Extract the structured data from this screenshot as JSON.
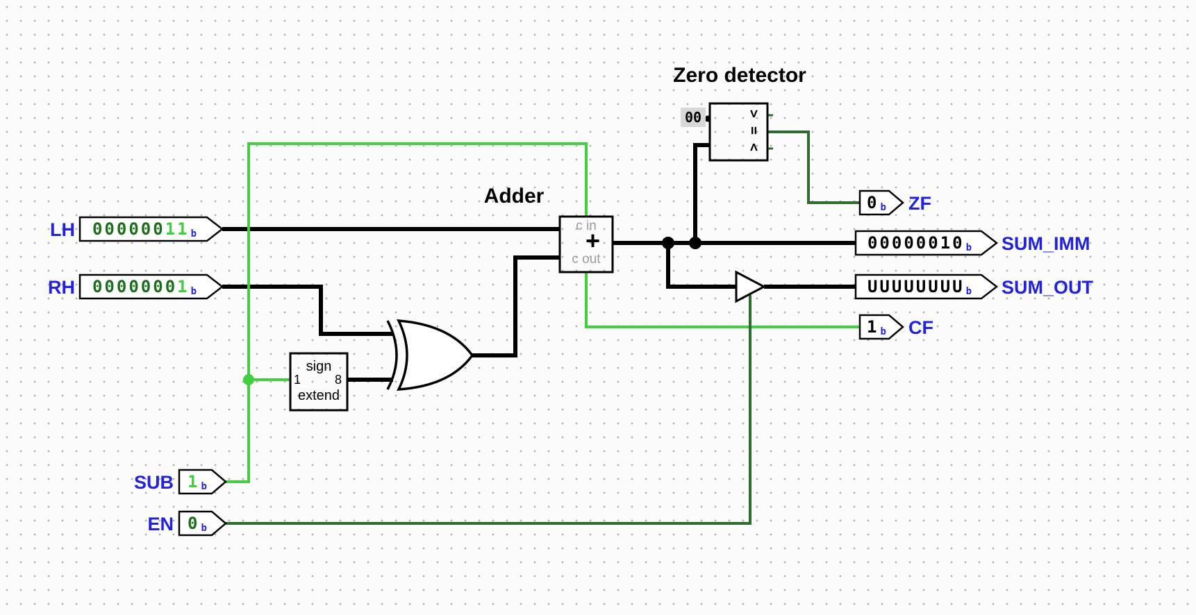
{
  "titles": {
    "adder": "Adder",
    "zero_detector": "Zero detector"
  },
  "colors": {
    "bus": "#000000",
    "wire_high": "#3fcf3f",
    "wire_low": "#2e6b2e",
    "label_blue": "#2222dd",
    "bit_high": "#3fcf3f",
    "bit_low": "#1c6e1c"
  },
  "inputs": {
    "lh": {
      "label": "LH",
      "subscript": "b",
      "bits": [
        {
          "ch": "0",
          "c": "dark"
        },
        {
          "ch": "0",
          "c": "dark"
        },
        {
          "ch": "0",
          "c": "dark"
        },
        {
          "ch": "0",
          "c": "dark"
        },
        {
          "ch": "0",
          "c": "dark"
        },
        {
          "ch": "0",
          "c": "dark"
        },
        {
          "ch": "1",
          "c": "bright"
        },
        {
          "ch": "1",
          "c": "bright"
        }
      ]
    },
    "rh": {
      "label": "RH",
      "subscript": "b",
      "bits": [
        {
          "ch": "0",
          "c": "dark"
        },
        {
          "ch": "0",
          "c": "dark"
        },
        {
          "ch": "0",
          "c": "dark"
        },
        {
          "ch": "0",
          "c": "dark"
        },
        {
          "ch": "0",
          "c": "dark"
        },
        {
          "ch": "0",
          "c": "dark"
        },
        {
          "ch": "0",
          "c": "dark"
        },
        {
          "ch": "1",
          "c": "bright"
        }
      ]
    },
    "sub": {
      "label": "SUB",
      "subscript": "b",
      "bits": [
        {
          "ch": "1",
          "c": "bright"
        }
      ]
    },
    "en": {
      "label": "EN",
      "subscript": "b",
      "bits": [
        {
          "ch": "0",
          "c": "dark"
        }
      ]
    }
  },
  "outputs": {
    "zf": {
      "label": "ZF",
      "subscript": "b",
      "bits": [
        {
          "ch": "0",
          "c": "black"
        }
      ]
    },
    "sum_imm": {
      "label": "SUM_IMM",
      "subscript": "b",
      "bits": [
        {
          "ch": "0",
          "c": "black"
        },
        {
          "ch": "0",
          "c": "black"
        },
        {
          "ch": "0",
          "c": "black"
        },
        {
          "ch": "0",
          "c": "black"
        },
        {
          "ch": "0",
          "c": "black"
        },
        {
          "ch": "0",
          "c": "black"
        },
        {
          "ch": "1",
          "c": "black"
        },
        {
          "ch": "0",
          "c": "black"
        }
      ]
    },
    "sum_out": {
      "label": "SUM_OUT",
      "subscript": "b",
      "bits": [
        {
          "ch": "U",
          "c": "black"
        },
        {
          "ch": "U",
          "c": "black"
        },
        {
          "ch": "U",
          "c": "black"
        },
        {
          "ch": "U",
          "c": "black"
        },
        {
          "ch": "U",
          "c": "black"
        },
        {
          "ch": "U",
          "c": "black"
        },
        {
          "ch": "U",
          "c": "black"
        },
        {
          "ch": "U",
          "c": "black"
        }
      ]
    },
    "cf": {
      "label": "CF",
      "subscript": "b",
      "bits": [
        {
          "ch": "1",
          "c": "black"
        }
      ]
    }
  },
  "components": {
    "adder": {
      "c_in_label": "c in",
      "plus_symbol": "+",
      "c_out_label": "c out"
    },
    "sign_extend": {
      "line1": "sign",
      "line2": "extend",
      "input_width": "1",
      "output_width": "8"
    },
    "zero_detector": {
      "constant_value": "00",
      "ops_label": "> = <"
    }
  }
}
